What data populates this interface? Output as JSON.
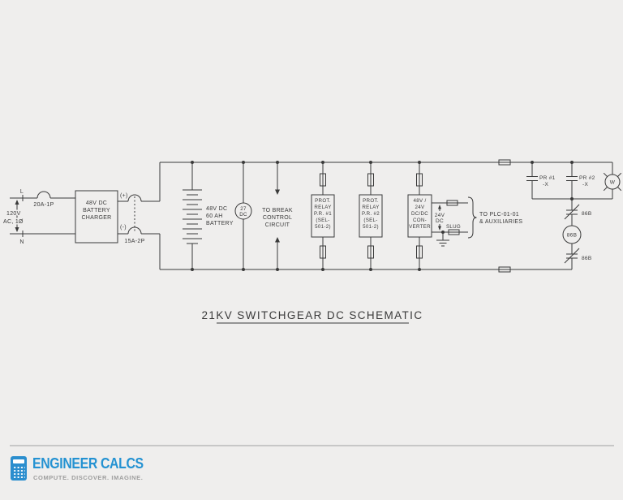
{
  "title": {
    "text": "21KV SWITCHGEAR DC SCHEMATIC"
  },
  "ac_supply": {
    "line_label": "L",
    "neutral_label": "N",
    "voltage_line1": "120V",
    "voltage_line2": "AC, 1Ø",
    "breaker": "20A-1P"
  },
  "charger": {
    "name_lines": [
      "48V DC",
      "BATTERY",
      "CHARGER"
    ],
    "positive": "(+)",
    "negative": "(-)",
    "breaker": "15A-2P"
  },
  "battery": {
    "label_lines": [
      "48V DC",
      "60 AH",
      "BATTERY"
    ]
  },
  "undervoltage_relay": {
    "device": "27",
    "system": "DC"
  },
  "break_control": {
    "lines": [
      "TO BREAK",
      "CONTROL",
      "CIRCUIT"
    ]
  },
  "relay1": {
    "lines": [
      "PROT.",
      "RELAY",
      "P.R. #1",
      "(SEL-",
      "501-2)"
    ]
  },
  "relay2": {
    "lines": [
      "PROT.",
      "RELAY",
      "P.R. #2",
      "(SEL-",
      "501-2)"
    ]
  },
  "converter": {
    "lines": [
      "48V /",
      "24V",
      "DC/DC",
      "CON-",
      "VERTER"
    ],
    "output_v1": "24V",
    "output_v2": "DC",
    "fuse_label": "SLUG",
    "dest_line1": "TO PLC-01-01",
    "dest_line2": "& AUXILIARIES"
  },
  "aux_contacts": {
    "pr1_label": "PR #1",
    "pr1_suffix": "-X",
    "pr2_label": "PR #2",
    "pr2_suffix": "-X",
    "lamp_letter": "W"
  },
  "lockout": {
    "top_contact": "86B",
    "coil": "86B",
    "bottom_contact": "86B"
  },
  "footer": {
    "brand": "ENGINEER CALCS",
    "tagline": "COMPUTE. DISCOVER. IMAGINE."
  },
  "colors": {
    "line": "#3a3a3a",
    "background": "#efeeed",
    "brand_blue": "#2492d2",
    "tagline_gray": "#9e9e9e",
    "divider": "#c7c7c7"
  }
}
